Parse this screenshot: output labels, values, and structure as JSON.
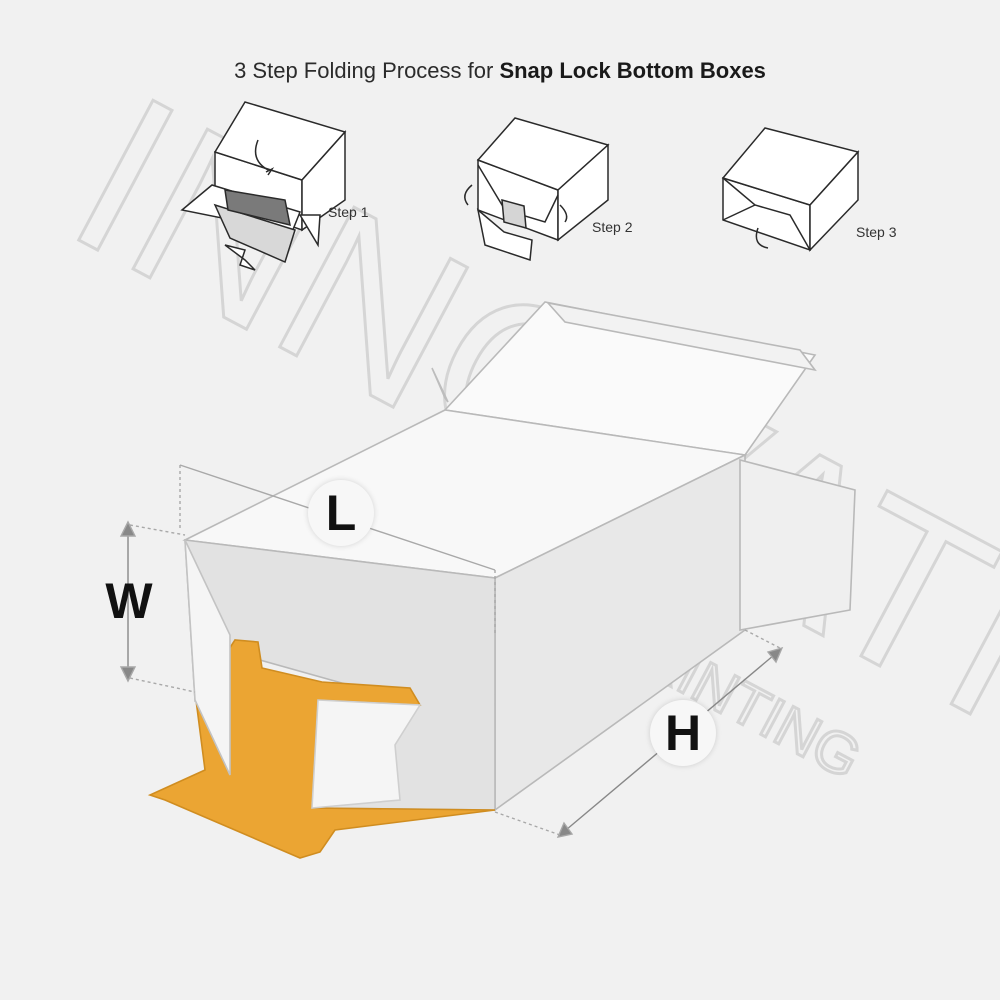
{
  "title": {
    "prefix": "3 Step Folding Process for ",
    "bold": "Snap Lock Bottom Boxes"
  },
  "steps": [
    {
      "label": "Step 1"
    },
    {
      "label": "Step 2"
    },
    {
      "label": "Step 3"
    }
  ],
  "dimensions": {
    "length": "L",
    "width": "W",
    "height": "H"
  },
  "watermark": {
    "brand": "INNOVATIVE",
    "sub": "BOX PRINTING"
  },
  "colors": {
    "tuck": "#eba533",
    "line": "#b9b9b9",
    "sketch": "#2a2a2a",
    "background": "#f1f1f1"
  }
}
